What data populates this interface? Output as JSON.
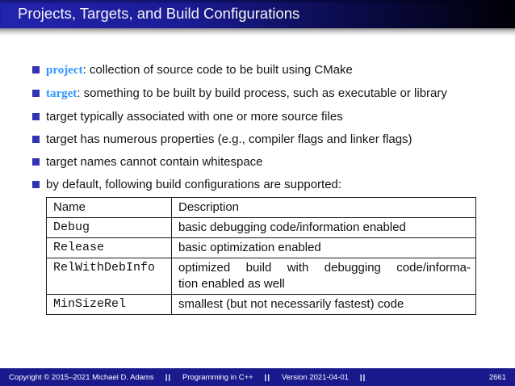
{
  "frametitle": {
    "title": "Projects, Targets, and Build Configurations"
  },
  "bullets": [
    {
      "keyword": "project",
      "text": ": collection of source code to be built using CMake"
    },
    {
      "keyword": "target",
      "text": ": something to be built by build process, such as executable or library"
    },
    {
      "keyword": "",
      "text": "target typically associated with one or more source files"
    },
    {
      "keyword": "",
      "text": "target has numerous properties (e.g., compiler flags and linker flags)"
    },
    {
      "keyword": "",
      "text": "target names cannot contain whitespace"
    },
    {
      "keyword": "",
      "text": "by default, following build configurations are supported:"
    }
  ],
  "table": {
    "headers": [
      "Name",
      "Description"
    ],
    "rows": [
      {
        "name": "Debug",
        "desc_lines": [
          "basic debugging code/information enabled"
        ]
      },
      {
        "name": "Release",
        "desc_lines": [
          "basic optimization enabled"
        ]
      },
      {
        "name": "RelWithDebInfo",
        "desc_lines": [
          "optimized build with debugging code/informa-",
          "tion enabled as well"
        ]
      },
      {
        "name": "MinSizeRel",
        "desc_lines": [
          "smallest (but not necessarily fastest) code"
        ]
      }
    ]
  },
  "footer": {
    "copyright": "Copyright © 2015–2021 Michael D. Adams",
    "separator": "||",
    "course": "Programming in C++",
    "version": "Version 2021-04-01",
    "page_number": "2661"
  },
  "colors": {
    "structure_blue": "#3333b3",
    "keyword_blue": "#2f97ff",
    "frametitle_gradient_start": "#2324ae",
    "frametitle_gradient_end": "#000006",
    "footer_background": "#1a1a8c"
  }
}
